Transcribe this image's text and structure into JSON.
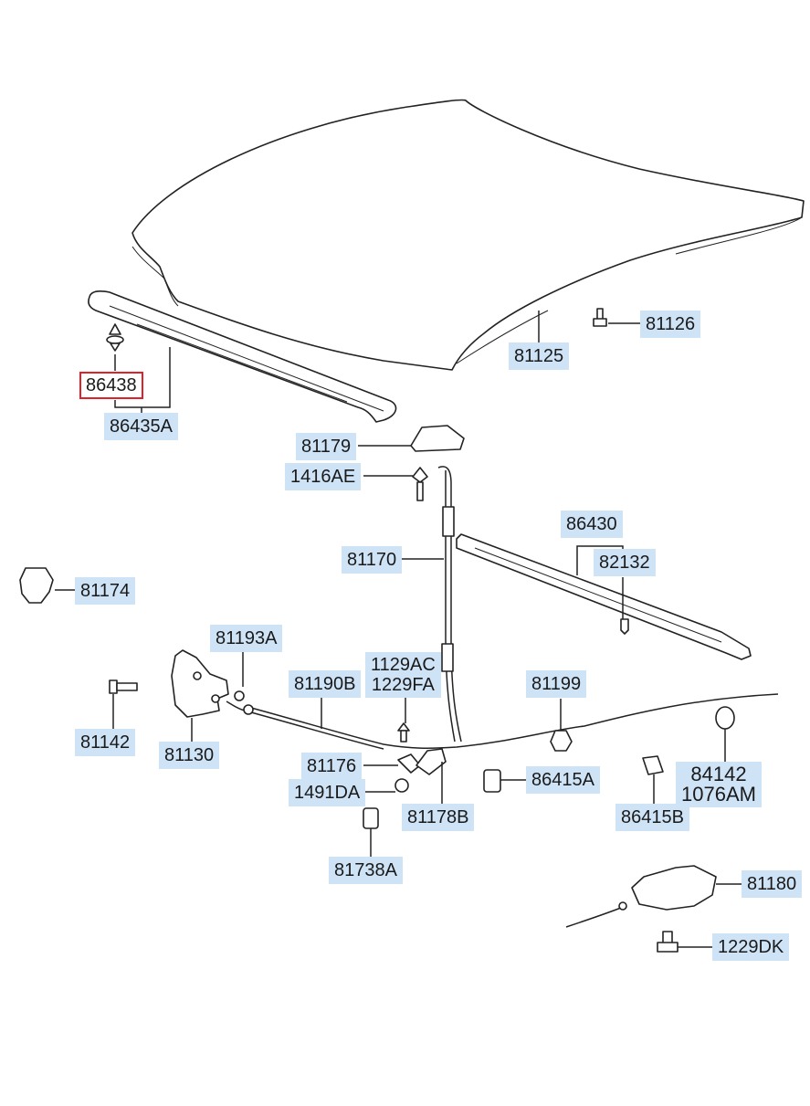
{
  "diagram": {
    "highlight_color": "#e0202a",
    "label_bg": "#cfe3f7",
    "labels": {
      "p81126": "81126",
      "p81125": "81125",
      "p86438": "86438",
      "p86435A": "86435A",
      "p81179": "81179",
      "p1416AE": "1416AE",
      "p86430": "86430",
      "p82132": "82132",
      "p81170": "81170",
      "p81174": "81174",
      "p81193A": "81193A",
      "p1129AC": "1129AC\n1229FA",
      "p81190B": "81190B",
      "p81199": "81199",
      "p81142": "81142",
      "p81130": "81130",
      "p81176": "81176",
      "p1491DA": "1491DA",
      "p81178B": "81178B",
      "p86415A": "86415A",
      "p86415B": "86415B",
      "p84142": "84142\n1076AM",
      "p81738A": "81738A",
      "p81180": "81180",
      "p1229DK": "1229DK"
    }
  }
}
